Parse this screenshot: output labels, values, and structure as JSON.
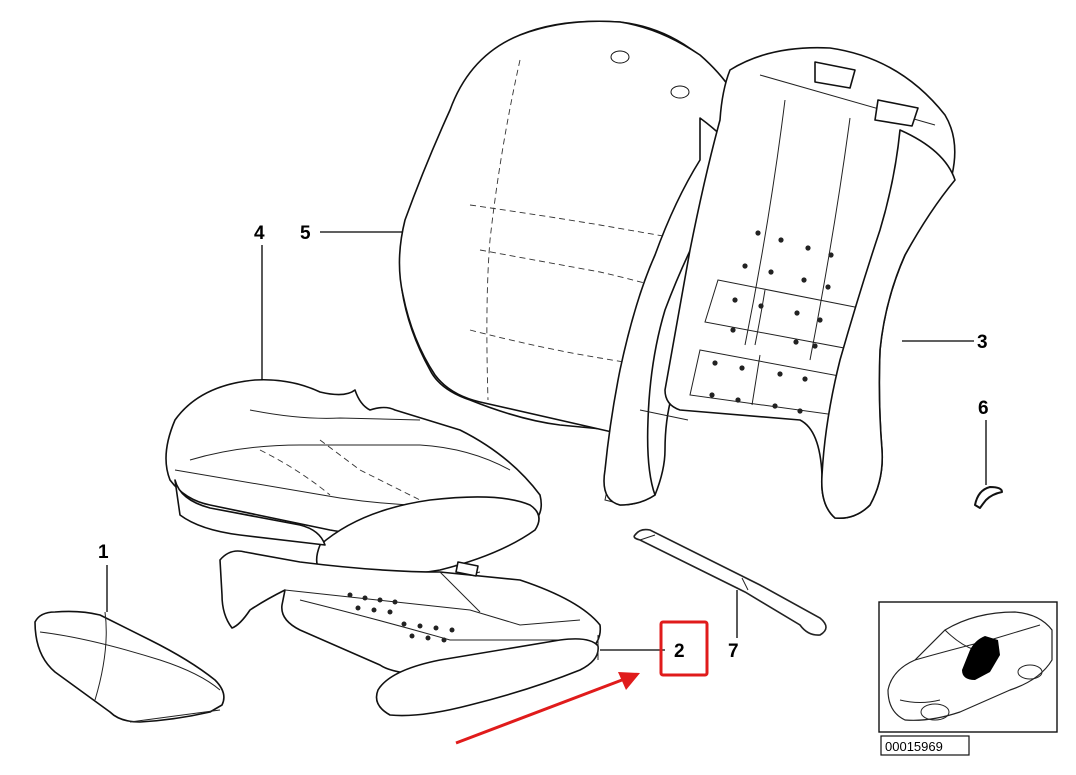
{
  "diagram": {
    "part_labels": [
      "1",
      "2",
      "3",
      "4",
      "5",
      "6",
      "7"
    ],
    "highlighted_part": "2",
    "highlight_color": "#e01b1b",
    "arrow_color": "#e01b1b",
    "inset_code": "00015969",
    "icons": [
      "seat-cushion-pad",
      "seat-base-frame",
      "backrest-rear-frame",
      "seat-cushion-cover",
      "backrest-cover",
      "retaining-clip",
      "wire-rod",
      "car-location-inset"
    ]
  }
}
